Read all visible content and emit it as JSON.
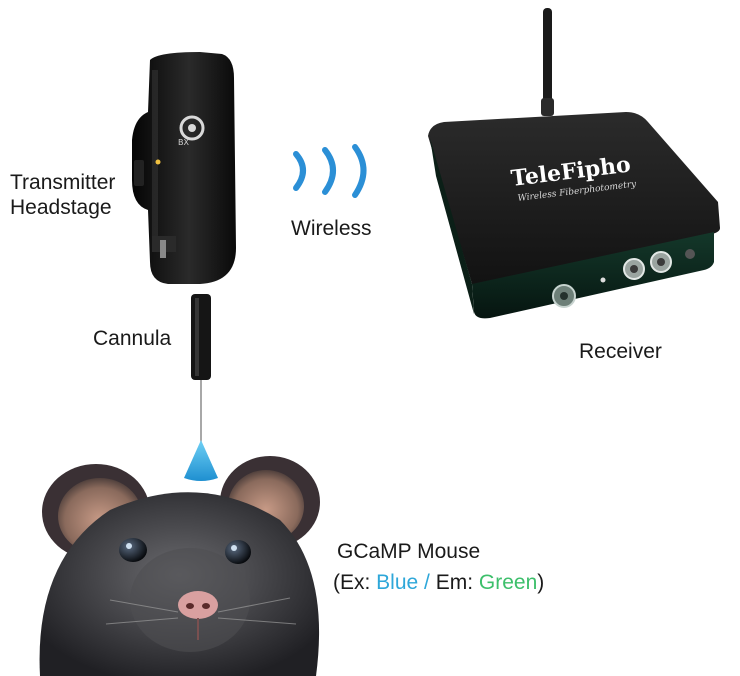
{
  "labels": {
    "transmitter_line1": "Transmitter",
    "transmitter_line2": "Headstage",
    "wireless": "Wireless",
    "cannula": "Cannula",
    "receiver": "Receiver",
    "mouse": "GCaMP Mouse",
    "ex_open": "(Ex: ",
    "ex_value": "Blue",
    "separator": " / ",
    "em_label": "Em: ",
    "em_value": "Green",
    "close": ")"
  },
  "receiver_brand": {
    "name": "TeleFipho",
    "tagline": "Wireless Fiberphotometry"
  },
  "colors": {
    "excitation": "#2ea7d9",
    "emission": "#3dbf6b",
    "wireless_waves": "#2b8fd6",
    "device_body": "#111111",
    "receiver_body": "#0f2a1f"
  },
  "icons": {
    "wireless": "wireless-waves-icon",
    "light_cone": "light-cone-icon"
  }
}
